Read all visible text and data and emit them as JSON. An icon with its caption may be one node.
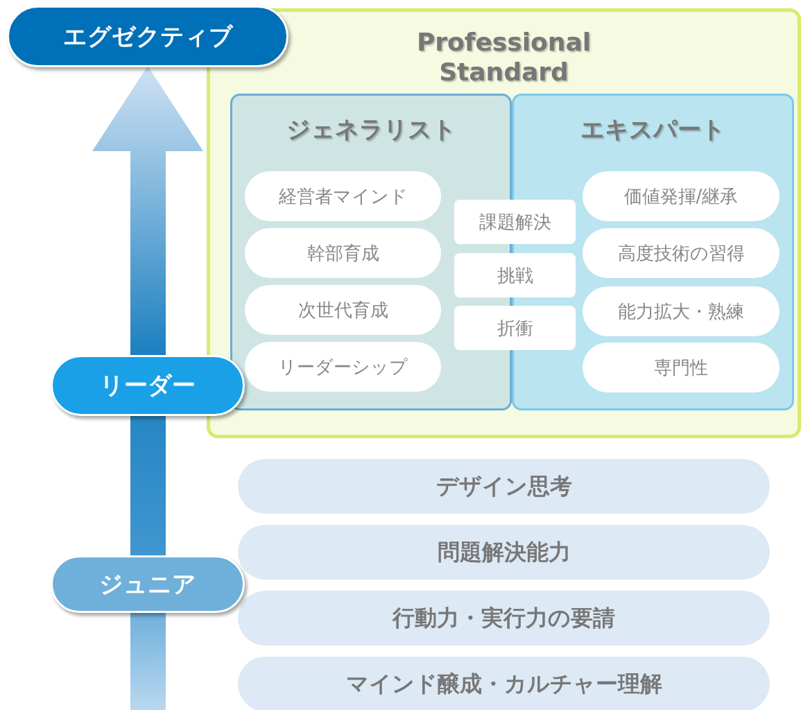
{
  "diagram": {
    "nodes": [
      {
        "text": [
          "エグゼクティブ"
        ]
      },
      {
        "text": [
          "Professional Standard"
        ]
      },
      {
        "text": [
          "ジェネラリスト"
        ],
        "in": 1
      },
      {
        "text": [
          "エキスパート"
        ],
        "in": 1
      },
      {
        "text": [
          "経営者マインド"
        ],
        "in": 2
      },
      {
        "text": [
          "幹部育成"
        ],
        "in": 2
      },
      {
        "text": [
          "次世代育成"
        ],
        "in": 2
      },
      {
        "text": [
          "リーダーシップ"
        ],
        "in": 2
      },
      {
        "text": [
          "課題解決"
        ],
        "in": 1
      },
      {
        "text": [
          "挑戦"
        ],
        "in": 1
      },
      {
        "text": [
          "折衝"
        ],
        "in": 1
      },
      {
        "text": [
          "価値発揮/継承"
        ],
        "in": 3
      },
      {
        "text": [
          "高度技術の習得"
        ],
        "in": 3
      },
      {
        "text": [
          "能力拡大・熟練"
        ],
        "in": 3
      },
      {
        "text": [
          "専門性"
        ],
        "in": 3
      },
      {
        "text": [
          "リーダー"
        ]
      },
      {
        "text": [
          "ジュニア"
        ]
      },
      {
        "text": [
          "デザイン思考"
        ]
      },
      {
        "text": [
          "問題解決能力"
        ]
      },
      {
        "text": [
          "行動力・実行力の要請"
        ]
      },
      {
        "text": [
          "マインド醸成・カルチャー理解"
        ]
      }
    ],
    "edges": []
  }
}
